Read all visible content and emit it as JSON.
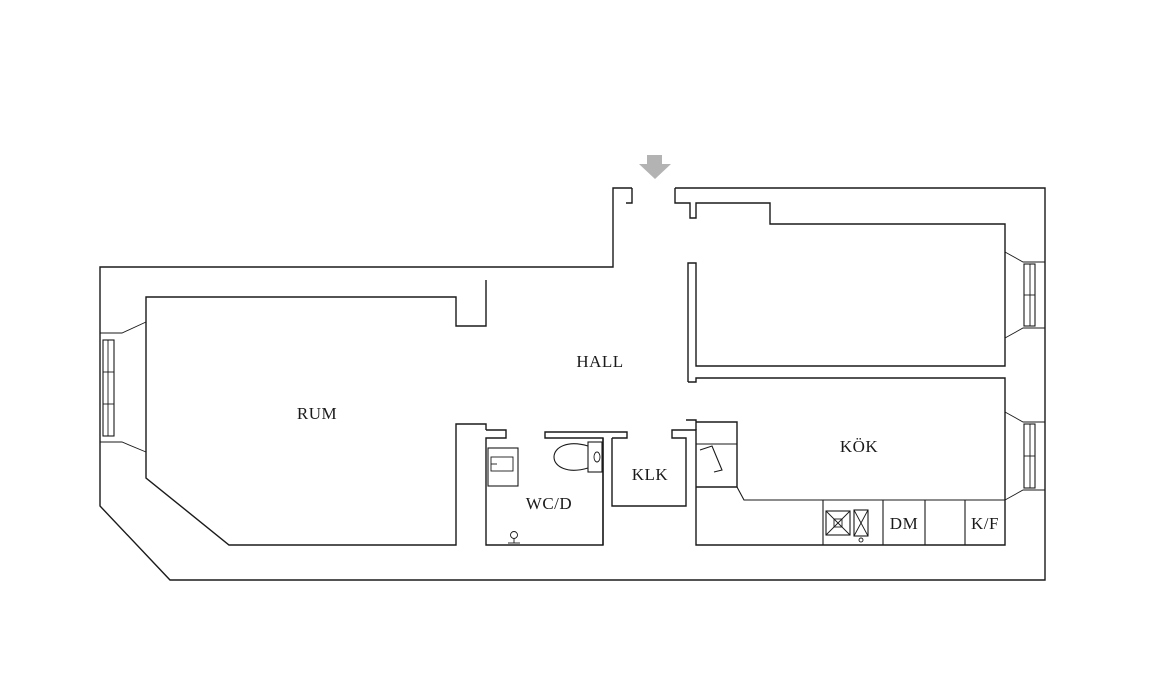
{
  "rooms": {
    "hall": "HALL",
    "rum": "RUM",
    "wc": "WC/D",
    "klk": "KLK",
    "kok": "KÖK",
    "dm": "DM",
    "kf": "K/F"
  },
  "entrance": {
    "icon": "entrance-arrow-icon"
  },
  "colors": {
    "line": "#1a1a1a",
    "arrow": "#b3b3b3",
    "background": "#ffffff"
  }
}
